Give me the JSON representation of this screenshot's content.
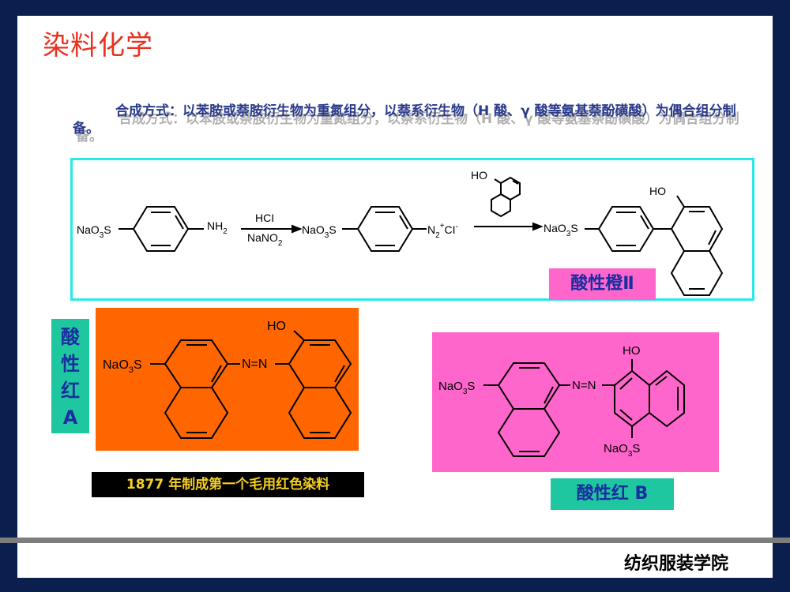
{
  "title": "染料化学",
  "description": "合成方式：以苯胺或萘胺衍生物为重氮组分，以萘系衍生物（H 酸、γ 酸等氨基萘酚磺酸）为偶合组分制备。",
  "reaction": {
    "reactant1": {
      "prefix": "NaO",
      "sub": "3",
      "s": "S",
      "amine": "NH",
      "amine_sub": "2"
    },
    "reagent_top": "HCI",
    "reagent_bottom": "NaNO",
    "reagent_bottom_sub": "2",
    "diazo": {
      "prefix": "NaO",
      "sub": "3",
      "s": "S",
      "n": "N",
      "n_sub": "2",
      "plus": "+",
      "cl": "CI",
      "minus": "-"
    },
    "coupler_oh": "HO",
    "product_prefix": "NaO",
    "product_sub": "3",
    "product_s": "S",
    "product_oh": "HO"
  },
  "labels": {
    "acid_orange": "酸性橙Ⅱ",
    "acid_red_a": [
      "酸",
      "性",
      "红",
      "A"
    ],
    "acid_red_b": "酸性红 B"
  },
  "structure_a": {
    "prefix": "NaO",
    "sub": "3",
    "s": "S",
    "azo": "N=N",
    "oh": "HO"
  },
  "structure_b": {
    "prefix": "NaO",
    "sub": "3",
    "s": "S",
    "azo": "N=N",
    "oh": "HO",
    "bottom_prefix": "NaO",
    "bottom_sub": "3",
    "bottom_s": "S"
  },
  "note": "1877 年制成第一个毛用红色染料",
  "footer": "纺织服装学院",
  "colors": {
    "title": "#e8321f",
    "background": "#0b1f4e",
    "box_border": "#29e8e8",
    "orange": "#ff6600",
    "pink": "#ff66cc",
    "teal": "#1fc7a0"
  }
}
